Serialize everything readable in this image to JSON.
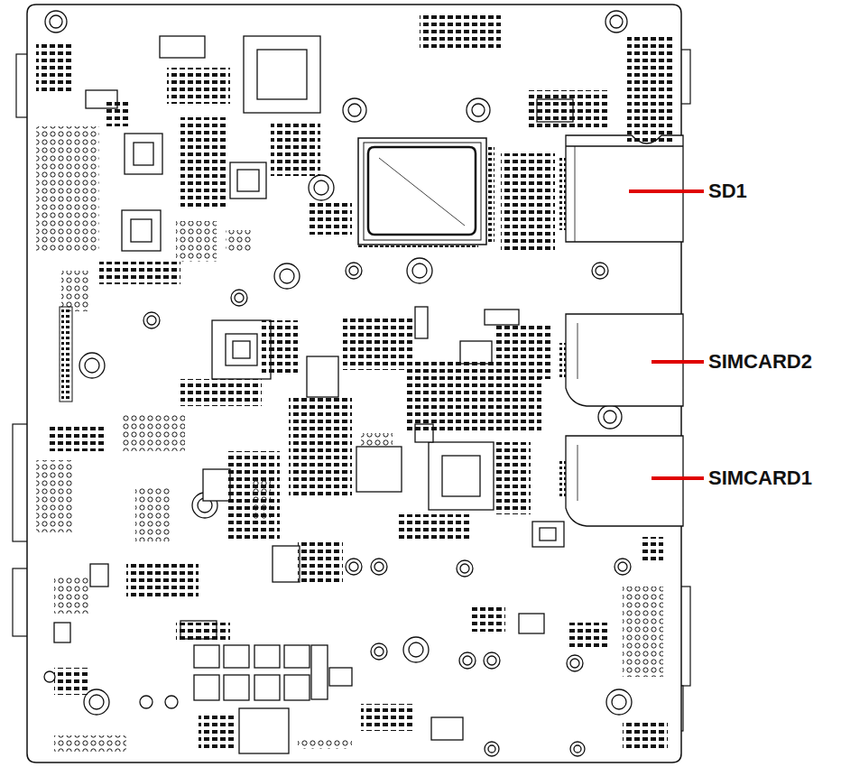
{
  "diagram": {
    "labels": [
      "SD1",
      "SIMCARD2",
      "SIMCARD1"
    ]
  }
}
